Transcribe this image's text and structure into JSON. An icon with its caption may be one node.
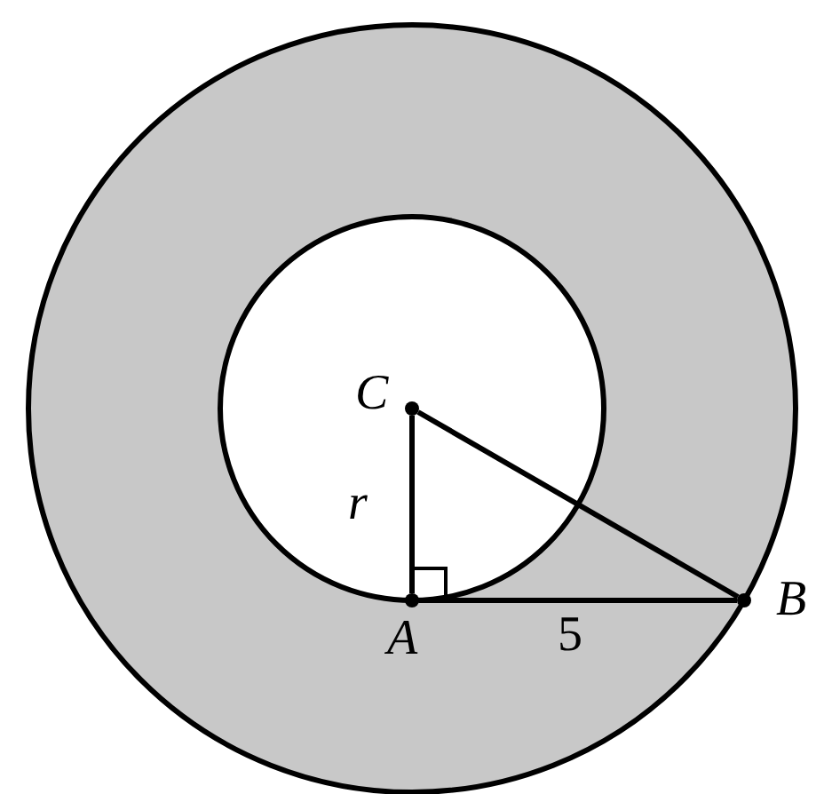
{
  "diagram": {
    "nodes": [
      {
        "text": [
          "C"
        ]
      },
      {
        "text": [
          "A"
        ]
      },
      {
        "text": [
          "B"
        ]
      }
    ],
    "edges": [
      {
        "from": 0,
        "to": 1,
        "arrow": "none",
        "label": "r"
      },
      {
        "from": 1,
        "to": 2,
        "arrow": "none",
        "label": "5"
      },
      {
        "from": 0,
        "to": 2,
        "arrow": "none"
      }
    ]
  }
}
